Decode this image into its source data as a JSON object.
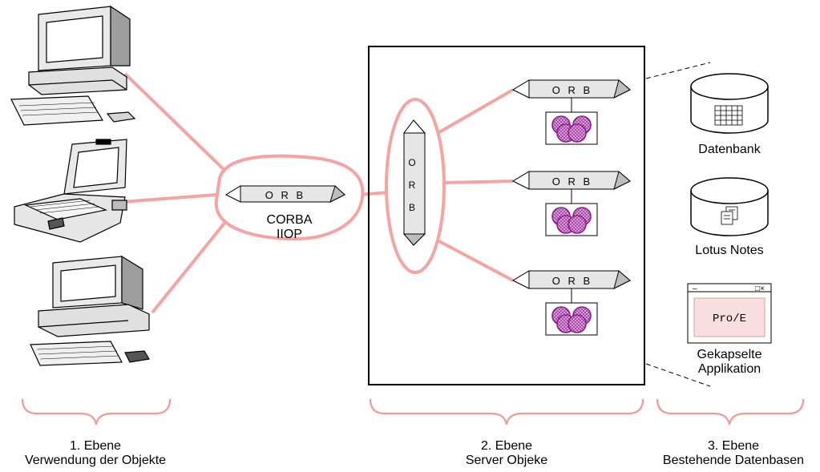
{
  "colors": {
    "connector": "#f5a3a3",
    "brace": "#f29999",
    "object": "#8b1a8b",
    "object_fill": "#d9a3d9",
    "app_bg": "#f8dede"
  },
  "orb_label": "O R B",
  "orb_vertical": [
    "O",
    "R",
    "B"
  ],
  "corba": {
    "line1": "CORBA",
    "line2": "IIOP"
  },
  "databases": [
    {
      "label": "Datenbank",
      "icon": "grid-icon"
    },
    {
      "label": "Lotus Notes",
      "icon": "documents-icon"
    }
  ],
  "app_window": {
    "minimize": "–",
    "restore": "□×",
    "content": "Pro/E",
    "label_line1": "Gekapselte",
    "label_line2": "Applikation"
  },
  "levels": [
    {
      "title": "1. Ebene",
      "subtitle": "Verwendung der Objekte"
    },
    {
      "title": "2. Ebene",
      "subtitle": "Server Objeke"
    },
    {
      "title": "3. Ebene",
      "subtitle": "Bestehende Datenbasen"
    }
  ]
}
